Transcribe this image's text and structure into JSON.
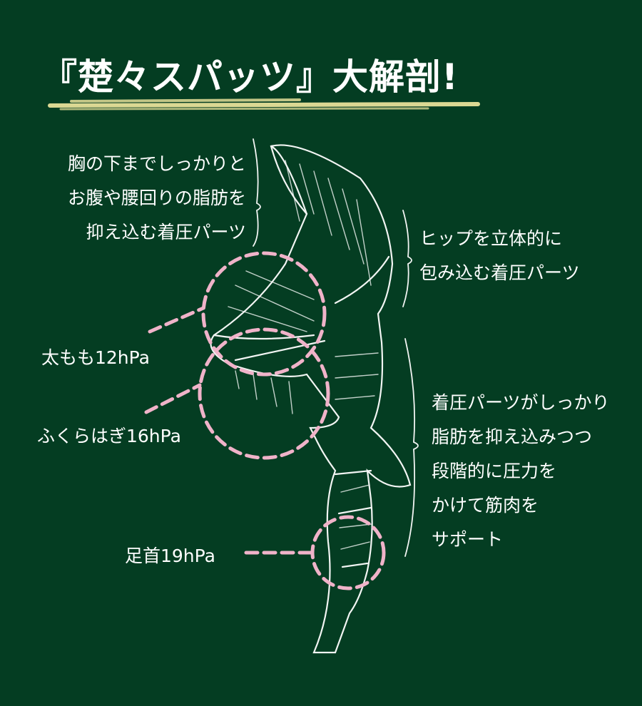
{
  "title": "『楚々スパッツ』大解剖!",
  "colors": {
    "background": "#043d22",
    "underline": "#f3e9a0",
    "dashed_marker": "#f0b3c9",
    "text": "#ffffff"
  },
  "annotations": {
    "upper_left": [
      "胸の下までしっかりと",
      "お腹や腰回りの脂肪を",
      "抑え込む着圧パーツ"
    ],
    "hip": [
      "ヒップを立体的に",
      "包み込む着圧パーツ"
    ],
    "support": [
      "着圧パーツがしっかり",
      "脂肪を抑え込みつつ",
      "段階的に圧力を",
      "かけて筋肉を",
      "サポート"
    ]
  },
  "pressure_labels": {
    "thigh": "太もも12hPa",
    "calf": "ふくらはぎ16hPa",
    "ankle": "足首19hPa"
  }
}
